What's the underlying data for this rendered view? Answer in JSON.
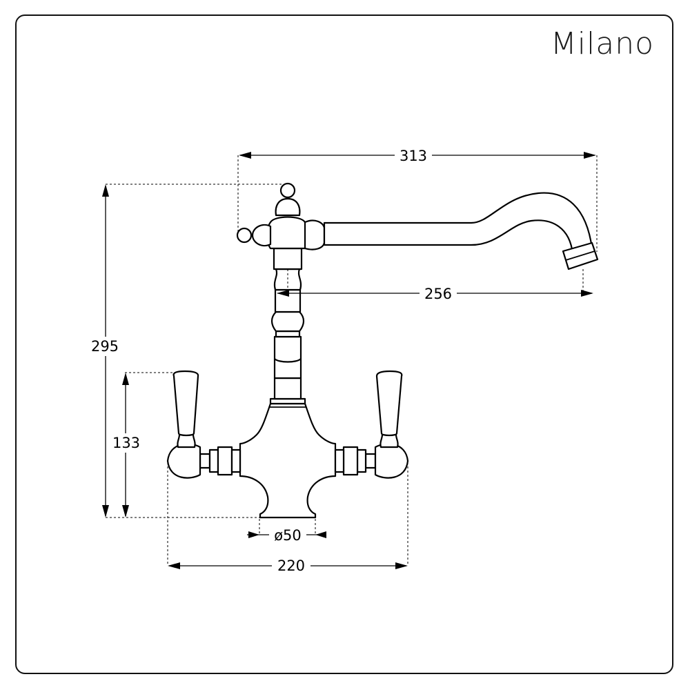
{
  "brand": "Milano",
  "dimensions": {
    "spout_span": "313",
    "spout_reach": "256",
    "total_height": "295",
    "handle_height": "133",
    "base_diameter": "ø50",
    "handle_span": "220"
  },
  "colors": {
    "line": "#000000",
    "frame": "#111111",
    "background": "#ffffff"
  }
}
